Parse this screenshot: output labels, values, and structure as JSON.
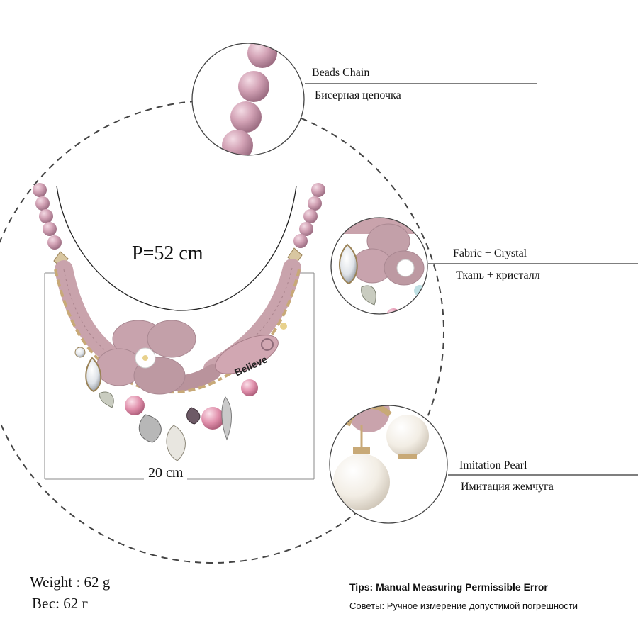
{
  "necklace": {
    "perimeter_label": "P=52 cm",
    "width_label": "20 cm",
    "pendant_word": "Believe",
    "bead_color": "#c994a9",
    "fabric_color": "#c9a3ac",
    "metal_color": "#c8a977",
    "pearl_pink": "#d98aa4"
  },
  "callouts": [
    {
      "title": "Beads Chain",
      "subtitle": "Бисерная цепочка"
    },
    {
      "title": "Fabric + Crystal",
      "subtitle": "Ткань + кристалл"
    },
    {
      "title": "Imitation Pearl",
      "subtitle": "Имитация жемчуга"
    }
  ],
  "weight": {
    "en": "Weight : 62 g",
    "ru": "Вес: 62 г"
  },
  "tips": {
    "en": "Tips: Manual Measuring Permissible Error",
    "ru": "Советы: Ручное измерение допустимой погрешности"
  }
}
